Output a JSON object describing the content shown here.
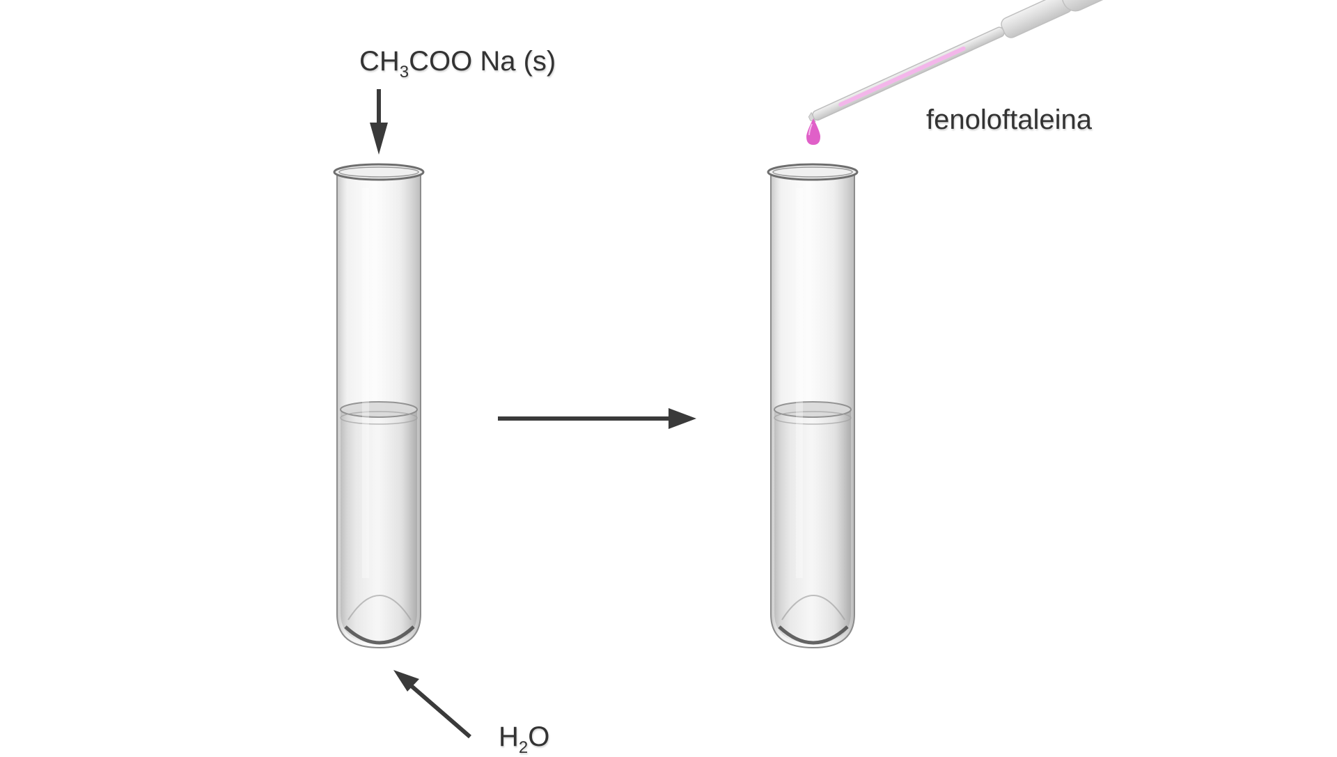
{
  "labels": {
    "reagent": {
      "main": "CH",
      "sub": "3",
      "rest": "COO Na (s)"
    },
    "water": {
      "main": "H",
      "sub": "2",
      "rest": "O"
    },
    "indicator": "fenoloftaleina"
  },
  "colors": {
    "arrow": "#3a3a3a",
    "text": "#333333",
    "indicator_drop": "#e060c8",
    "glass": "#b8b8b8",
    "pipette_liquid": "#f3b6ea"
  },
  "icons": [
    "test-tube-icon",
    "test-tube-icon",
    "pipette-icon",
    "drop-icon",
    "arrow-icon"
  ]
}
